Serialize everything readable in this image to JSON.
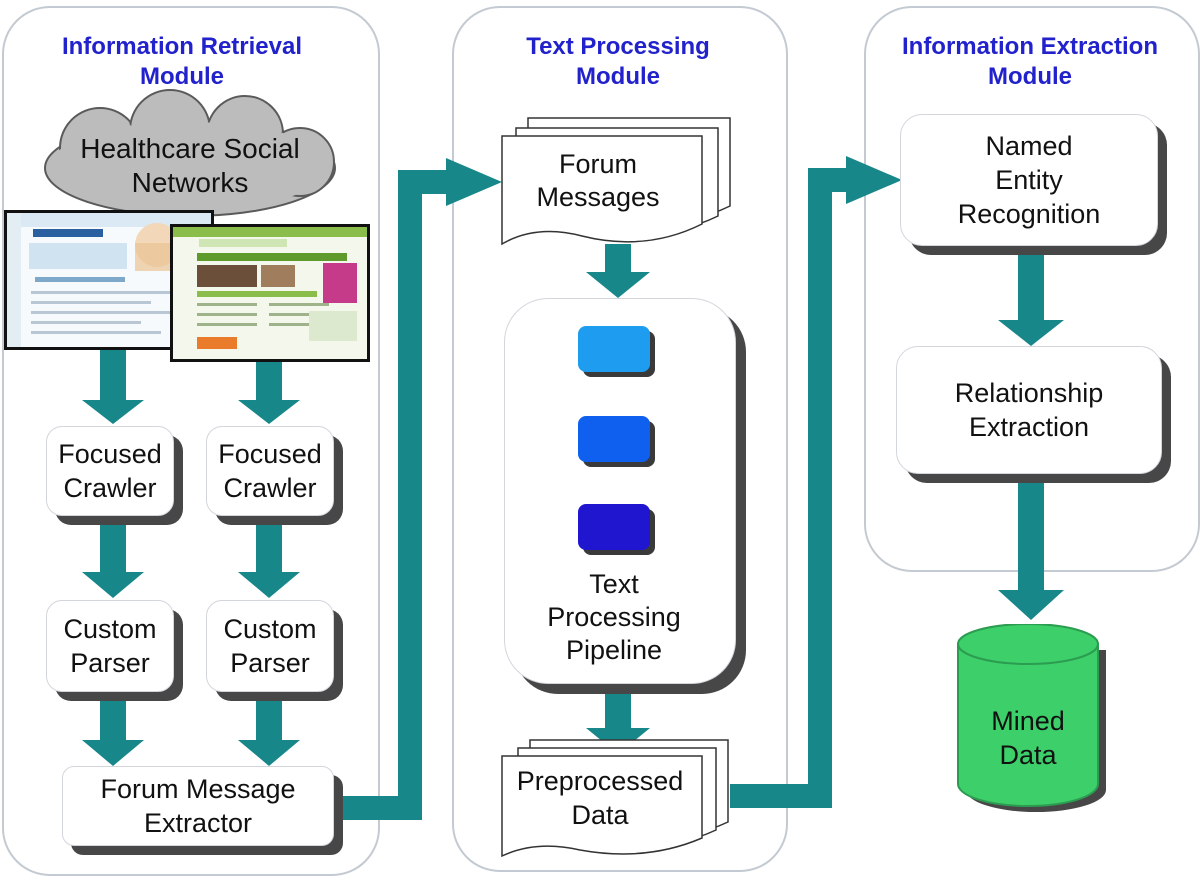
{
  "modules": {
    "retrieval": {
      "title": "Information Retrieval\nModule",
      "cloud": "Healthcare Social\nNetworks",
      "crawler_left": "Focused\nCrawler",
      "crawler_right": "Focused\nCrawler",
      "parser_left": "Custom\nParser",
      "parser_right": "Custom\nParser",
      "extractor": "Forum Message\nExtractor"
    },
    "text_processing": {
      "title": "Text Processing\nModule",
      "forum_messages": "Forum\nMessages",
      "pipeline": "Text\nProcessing\nPipeline",
      "preprocessed": "Preprocessed\nData"
    },
    "extraction": {
      "title": "Information Extraction\nModule",
      "ner": "Named\nEntity\nRecognition",
      "relationship": "Relationship\nExtraction",
      "mined": "Mined\nData"
    }
  },
  "colors": {
    "arrow": "#17878a",
    "title": "#2222cc",
    "pipeline_step_1": "#1e9cf0",
    "pipeline_step_2": "#1060f0",
    "pipeline_step_3": "#2016d0",
    "database": "#3ccf6a"
  }
}
